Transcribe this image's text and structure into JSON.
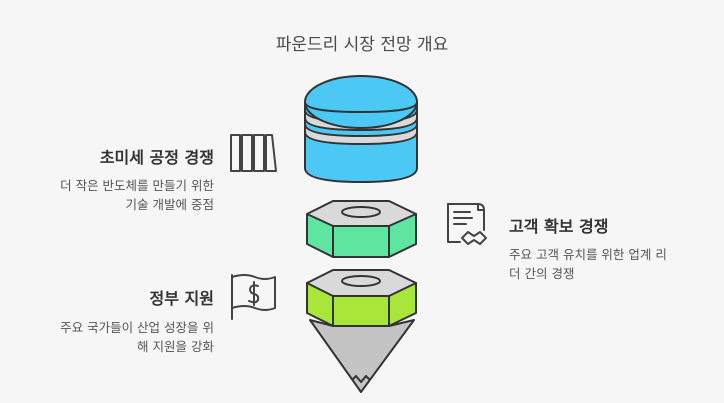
{
  "title": "파운드리 시장 전망 개요",
  "items": [
    {
      "heading": "초미세 공정 경쟁",
      "desc_line1": "더 작은 반도체를 만들기 위한",
      "desc_line2": "기술 개발에 중점",
      "icon": "columns-icon"
    },
    {
      "heading": "고객 확보 경쟁",
      "desc_line1": "주요 고객 유치를 위한 업계 리",
      "desc_line2": "더 간의 경쟁",
      "icon": "contract-handshake-icon"
    },
    {
      "heading": "정부 지원",
      "desc_line1": "주요 국가들이 산업 성장을 위",
      "desc_line2": "해 지원을 강화",
      "icon": "money-flag-icon"
    }
  ],
  "colors": {
    "blue": "#4cc8f4",
    "green": "#5ee6a0",
    "lime": "#a8e63a",
    "gray": "#c4c4c4"
  }
}
